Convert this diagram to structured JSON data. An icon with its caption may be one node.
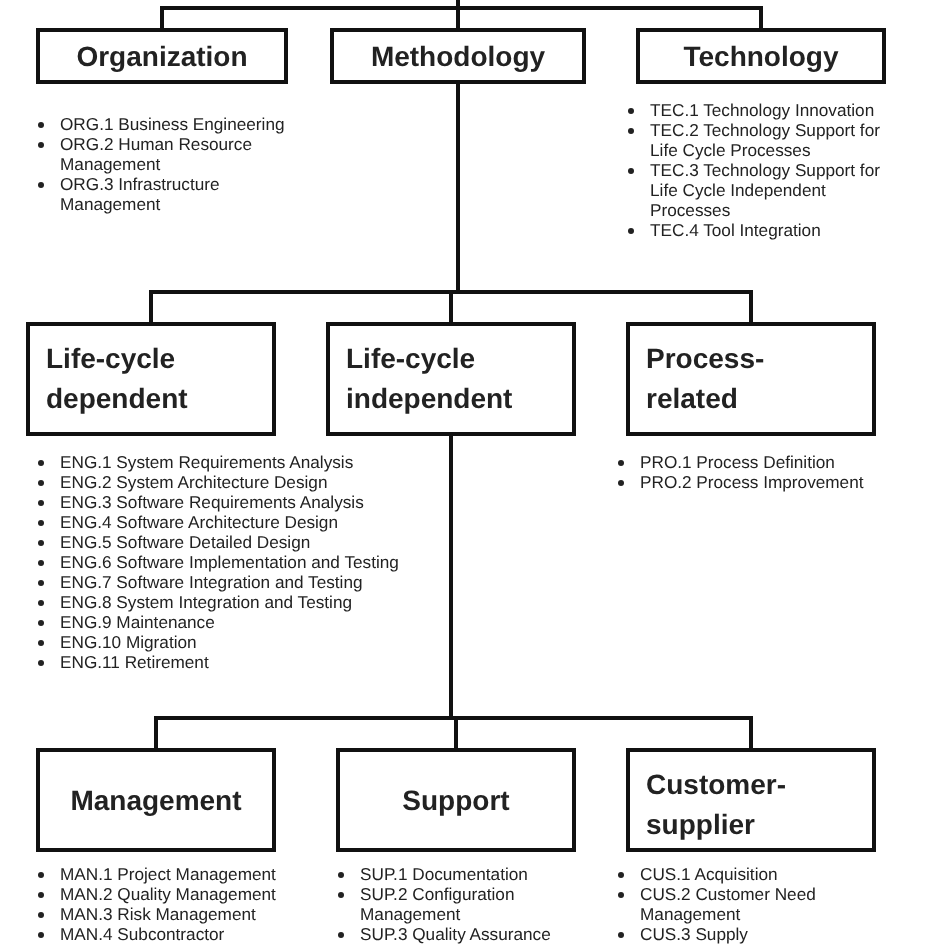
{
  "diagram": {
    "nodes": [
      {
        "text": [
          "Organization"
        ],
        "beside": [
          "ORG.1 Business Engineering",
          "ORG.2 Human Resource Management",
          "ORG.3 Infrastructure Management"
        ]
      },
      {
        "text": [
          "Methodology"
        ]
      },
      {
        "text": [
          "Technology"
        ],
        "beside": [
          "TEC.1 Technology Innovation",
          "TEC.2 Technology Support for Life Cycle Processes",
          "TEC.3 Technology Support for Life Cycle Independent Processes",
          "TEC.4 Tool Integration"
        ]
      },
      {
        "text": [
          "Life-cycle dependent"
        ],
        "beside": [
          "ENG.1 System Requirements Analysis",
          "ENG.2 System Architecture Design",
          "ENG.3 Software Requirements Analysis",
          "ENG.4 Software Architecture Design",
          "ENG.5 Software Detailed Design",
          "ENG.6 Software Implementation and Testing",
          "ENG.7 Software Integration and Testing",
          "ENG.8 System Integration and Testing",
          "ENG.9 Maintenance",
          "ENG.10 Migration",
          "ENG.11 Retirement"
        ]
      },
      {
        "text": [
          "Life-cycle independent"
        ]
      },
      {
        "text": [
          "Process-related"
        ],
        "beside": [
          "PRO.1 Process Definition",
          "PRO.2 Process Improvement"
        ]
      },
      {
        "text": [
          "Management"
        ],
        "beside": [
          "MAN.1 Project Management",
          "MAN.2 Quality Management",
          "MAN.3 Risk Management",
          "MAN.4 Subcontractor"
        ]
      },
      {
        "text": [
          "Support"
        ],
        "beside": [
          "SUP.1 Documentation",
          "SUP.2 Configuration Management",
          "SUP.3 Quality Assurance"
        ]
      },
      {
        "text": [
          "Customer-supplier"
        ],
        "beside": [
          "CUS.1 Acquisition",
          "CUS.2 Customer Need Management",
          "CUS.3 Supply"
        ]
      }
    ],
    "edges": [
      {
        "from": null,
        "to": 0,
        "arrow": "none"
      },
      {
        "from": null,
        "to": 1,
        "arrow": "none"
      },
      {
        "from": null,
        "to": 2,
        "arrow": "none"
      },
      {
        "from": 1,
        "to": 3,
        "arrow": "none"
      },
      {
        "from": 1,
        "to": 4,
        "arrow": "none"
      },
      {
        "from": 1,
        "to": 5,
        "arrow": "none"
      },
      {
        "from": 4,
        "to": 6,
        "arrow": "none"
      },
      {
        "from": 4,
        "to": 7,
        "arrow": "none"
      },
      {
        "from": 4,
        "to": 8,
        "arrow": "none"
      }
    ]
  }
}
